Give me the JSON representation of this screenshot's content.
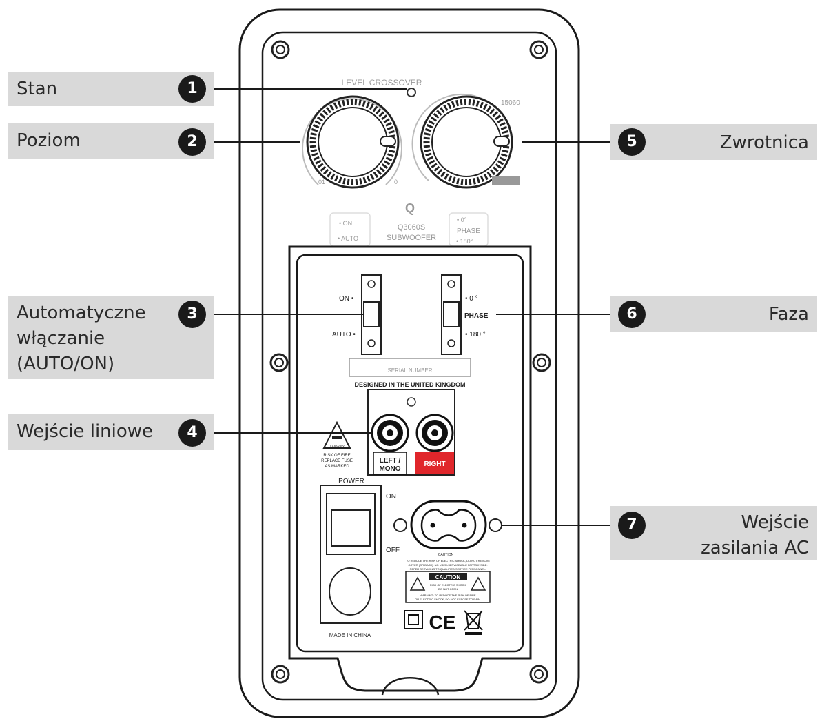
{
  "callouts": [
    {
      "number": "1",
      "label_lines": [
        "Stan"
      ]
    },
    {
      "number": "2",
      "label_lines": [
        "Poziom"
      ]
    },
    {
      "number": "3",
      "label_lines": [
        "Automatyczne",
        "włączanie",
        "(AUTO/ON)"
      ]
    },
    {
      "number": "4",
      "label_lines": [
        "Wejście liniowe"
      ]
    },
    {
      "number": "5",
      "label_lines": [
        "Zwrotnica"
      ]
    },
    {
      "number": "6",
      "label_lines": [
        "Faza"
      ]
    },
    {
      "number": "7",
      "label_lines": [
        "Wejście",
        "zasilania AC"
      ]
    }
  ],
  "panel": {
    "level_crossover": "LEVEL CROSSOVER",
    "crossover_max": "15060",
    "level_min": "01",
    "level_max": "0",
    "logo": "Q",
    "model_line1": "Q3060S",
    "model_line2": "SUBWOOFER",
    "upper_on": "• ON",
    "upper_auto": "• AUTO",
    "upper_phase_0": "• 0°",
    "upper_phase": "PHASE",
    "upper_phase_180": "• 180°",
    "switch_on": "ON •",
    "switch_auto": "AUTO •",
    "phase_0": "• 0 °",
    "phase_label": "PHASE",
    "phase_180": "• 180 °",
    "serial": "SERIAL NUMBER",
    "designed": "DESIGNED IN THE UNITED KINGDOM",
    "left_mono_1": "LEFT /",
    "left_mono_2": "MONO",
    "right": "RIGHT",
    "fuse_1": "RISK OF FIRE",
    "fuse_2": "REPLACE FUSE",
    "fuse_3": "AS MARKED",
    "fuse_rating": "T 1.6A 250V",
    "power": "POWER",
    "on": "ON",
    "off": "OFF",
    "caution_small": "CAUTION",
    "caution_text_1": "TO REDUCE THE RISK OF ELECTRIC SHOCK, DO NOT REMOVE",
    "caution_text_2": "COVER (OR BACK). NO USER-SERVICEABLE PARTS INSIDE.",
    "caution_text_3": "REFER SERVICING TO QUALIFIED SERVICE PERSONNEL.",
    "caution_big": "CAUTION",
    "caution_mid_1": "RISK OF ELECTRIC SHOCK",
    "caution_mid_2": "DO NOT OPEN",
    "caution_bottom_1": "WARNING: TO REDUCE THE RISK OF FIRE",
    "caution_bottom_2": "OR ELECTRIC SHOCK, DO NOT EXPOSE TO RAIN.",
    "ce": "CE",
    "made_in": "MADE IN CHINA"
  },
  "colors": {
    "caption_bg": "#d9d9d9",
    "badge": "#1a1a1a",
    "right_channel": "#e0262b",
    "outline": "#1a1a1a"
  }
}
